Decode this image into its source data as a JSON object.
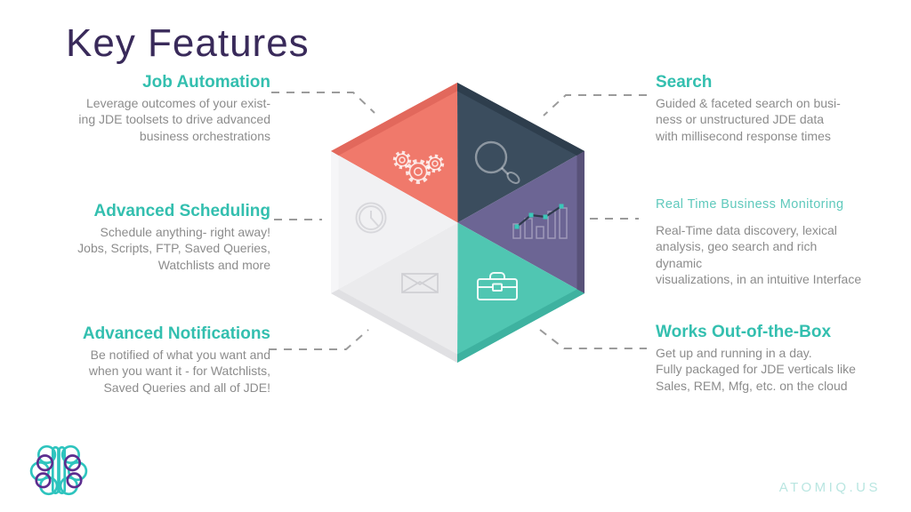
{
  "title": "Key Features",
  "brand": {
    "logo": "brain-logo",
    "watermark": "ATOMIQ.US"
  },
  "features": {
    "left": [
      {
        "heading": "Job Automation",
        "body": "Leverage outcomes of your exist-\ning JDE toolsets to drive advanced\nbusiness orchestrations"
      },
      {
        "heading": "Advanced Scheduling",
        "body": "Schedule anything- right away!\nJobs, Scripts, FTP, Saved Queries,\nWatchlists and more"
      },
      {
        "heading": "Advanced Notifications",
        "body": "Be notified of what you want and\nwhen you want it - for Watchlists,\nSaved Queries and all of JDE!"
      }
    ],
    "right": [
      {
        "heading": "Search",
        "body": "Guided & faceted search on busi-\nness or unstructured JDE data\nwith millisecond response times"
      },
      {
        "heading": "Real Time Business Monitoring",
        "body": "Real-Time data discovery, lexical\nanalysis, geo search and rich dynamic\nvisualizations, in an intuitive Interface"
      },
      {
        "heading": "Works Out-of-the-Box",
        "body": "Get up and running in a day.\nFully packaged for JDE verticals like\nSales, REM, Mfg, etc. on the cloud"
      }
    ]
  },
  "hexagon": {
    "segments": [
      {
        "name": "job-automation",
        "icon": "gears-icon",
        "fill": "#F0796B",
        "bevel": "#E2685C"
      },
      {
        "name": "search",
        "icon": "magnifier-icon",
        "fill": "#3B4D5E",
        "bevel": "#2E3E4D"
      },
      {
        "name": "business-monitoring",
        "icon": "chart-icon",
        "fill": "#6C6594",
        "bevel": "#595279"
      },
      {
        "name": "works-out-of-the-box",
        "icon": "briefcase-icon",
        "fill": "#50C6B2",
        "bevel": "#3EB2A0"
      },
      {
        "name": "notifications",
        "icon": "envelope-icon",
        "fill": "#EBEBED",
        "bevel": "#E0E0E3"
      },
      {
        "name": "scheduling",
        "icon": "clock-icon",
        "fill": "#F1F1F3",
        "bevel": "#F6F6F8"
      }
    ]
  },
  "colors": {
    "title": "#392A5A",
    "heading_teal": "#33BFAF",
    "heading_teal_light": "#5FC9BC",
    "body_gray": "#8C8C8C",
    "connector_gray": "#9B9B9B",
    "watermark": "#B9E6E1",
    "logo_teal": "#2EC4BE",
    "logo_purple": "#5C2D8F",
    "chart_line": "#2E3A4C",
    "chart_marker": "#3BC7B9"
  }
}
